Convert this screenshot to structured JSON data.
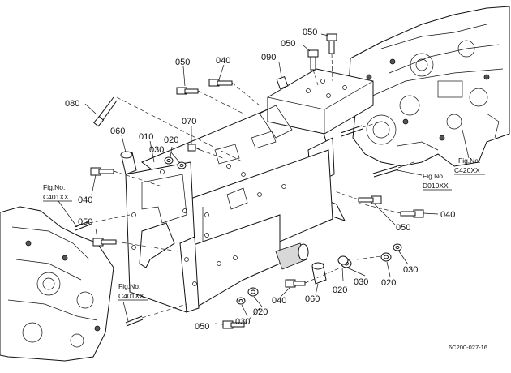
{
  "diagram": {
    "callouts": [
      {
        "id": "c1",
        "text": "050"
      },
      {
        "id": "c2",
        "text": "040"
      },
      {
        "id": "c3",
        "text": "090"
      },
      {
        "id": "c4",
        "text": "050"
      },
      {
        "id": "c5",
        "text": "050"
      },
      {
        "id": "c6",
        "text": "080"
      },
      {
        "id": "c7",
        "text": "060"
      },
      {
        "id": "c8",
        "text": "010"
      },
      {
        "id": "c9",
        "text": "070"
      },
      {
        "id": "c10",
        "text": "020"
      },
      {
        "id": "c11",
        "text": "030"
      },
      {
        "id": "c12",
        "text": "040"
      },
      {
        "id": "c13",
        "text": "050"
      },
      {
        "id": "c14",
        "text": "050"
      },
      {
        "id": "c15",
        "text": "040"
      },
      {
        "id": "c16",
        "text": "030"
      },
      {
        "id": "c17",
        "text": "020"
      },
      {
        "id": "c18",
        "text": "030"
      },
      {
        "id": "c19",
        "text": "020"
      },
      {
        "id": "c20",
        "text": "060"
      },
      {
        "id": "c21",
        "text": "040"
      },
      {
        "id": "c22",
        "text": "020"
      },
      {
        "id": "c23",
        "text": "030"
      },
      {
        "id": "c24",
        "text": "050"
      }
    ],
    "fig_refs": [
      {
        "id": "f1",
        "line1": "Fig.No.",
        "line2": "C401XX"
      },
      {
        "id": "f2",
        "line1": "Fig.No.",
        "line2": "C401XX"
      },
      {
        "id": "f3",
        "line1": "Fig.No.",
        "line2": "D010XX"
      },
      {
        "id": "f4",
        "line1": "Fig.No.",
        "line2": "C420XX"
      }
    ],
    "drawing_code": "6C200-027-16"
  }
}
